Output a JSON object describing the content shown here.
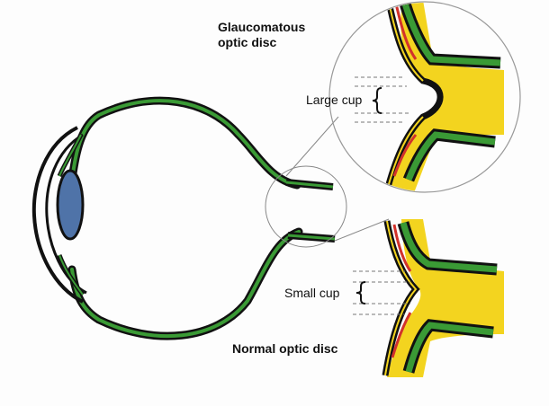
{
  "labels": {
    "glaucomatous_line1": "Glaucomatous",
    "glaucomatous_line2": "optic disc",
    "large_cup": "Large cup",
    "small_cup": "Small cup",
    "normal_title": "Normal optic disc"
  },
  "colors": {
    "outline": "#111111",
    "choroid_green": "#3a9a35",
    "sclera_yellow": "#f3d41f",
    "retina_red": "#d2322b",
    "lens_blue": "#4f73a8",
    "background": "#fdfdfd"
  }
}
